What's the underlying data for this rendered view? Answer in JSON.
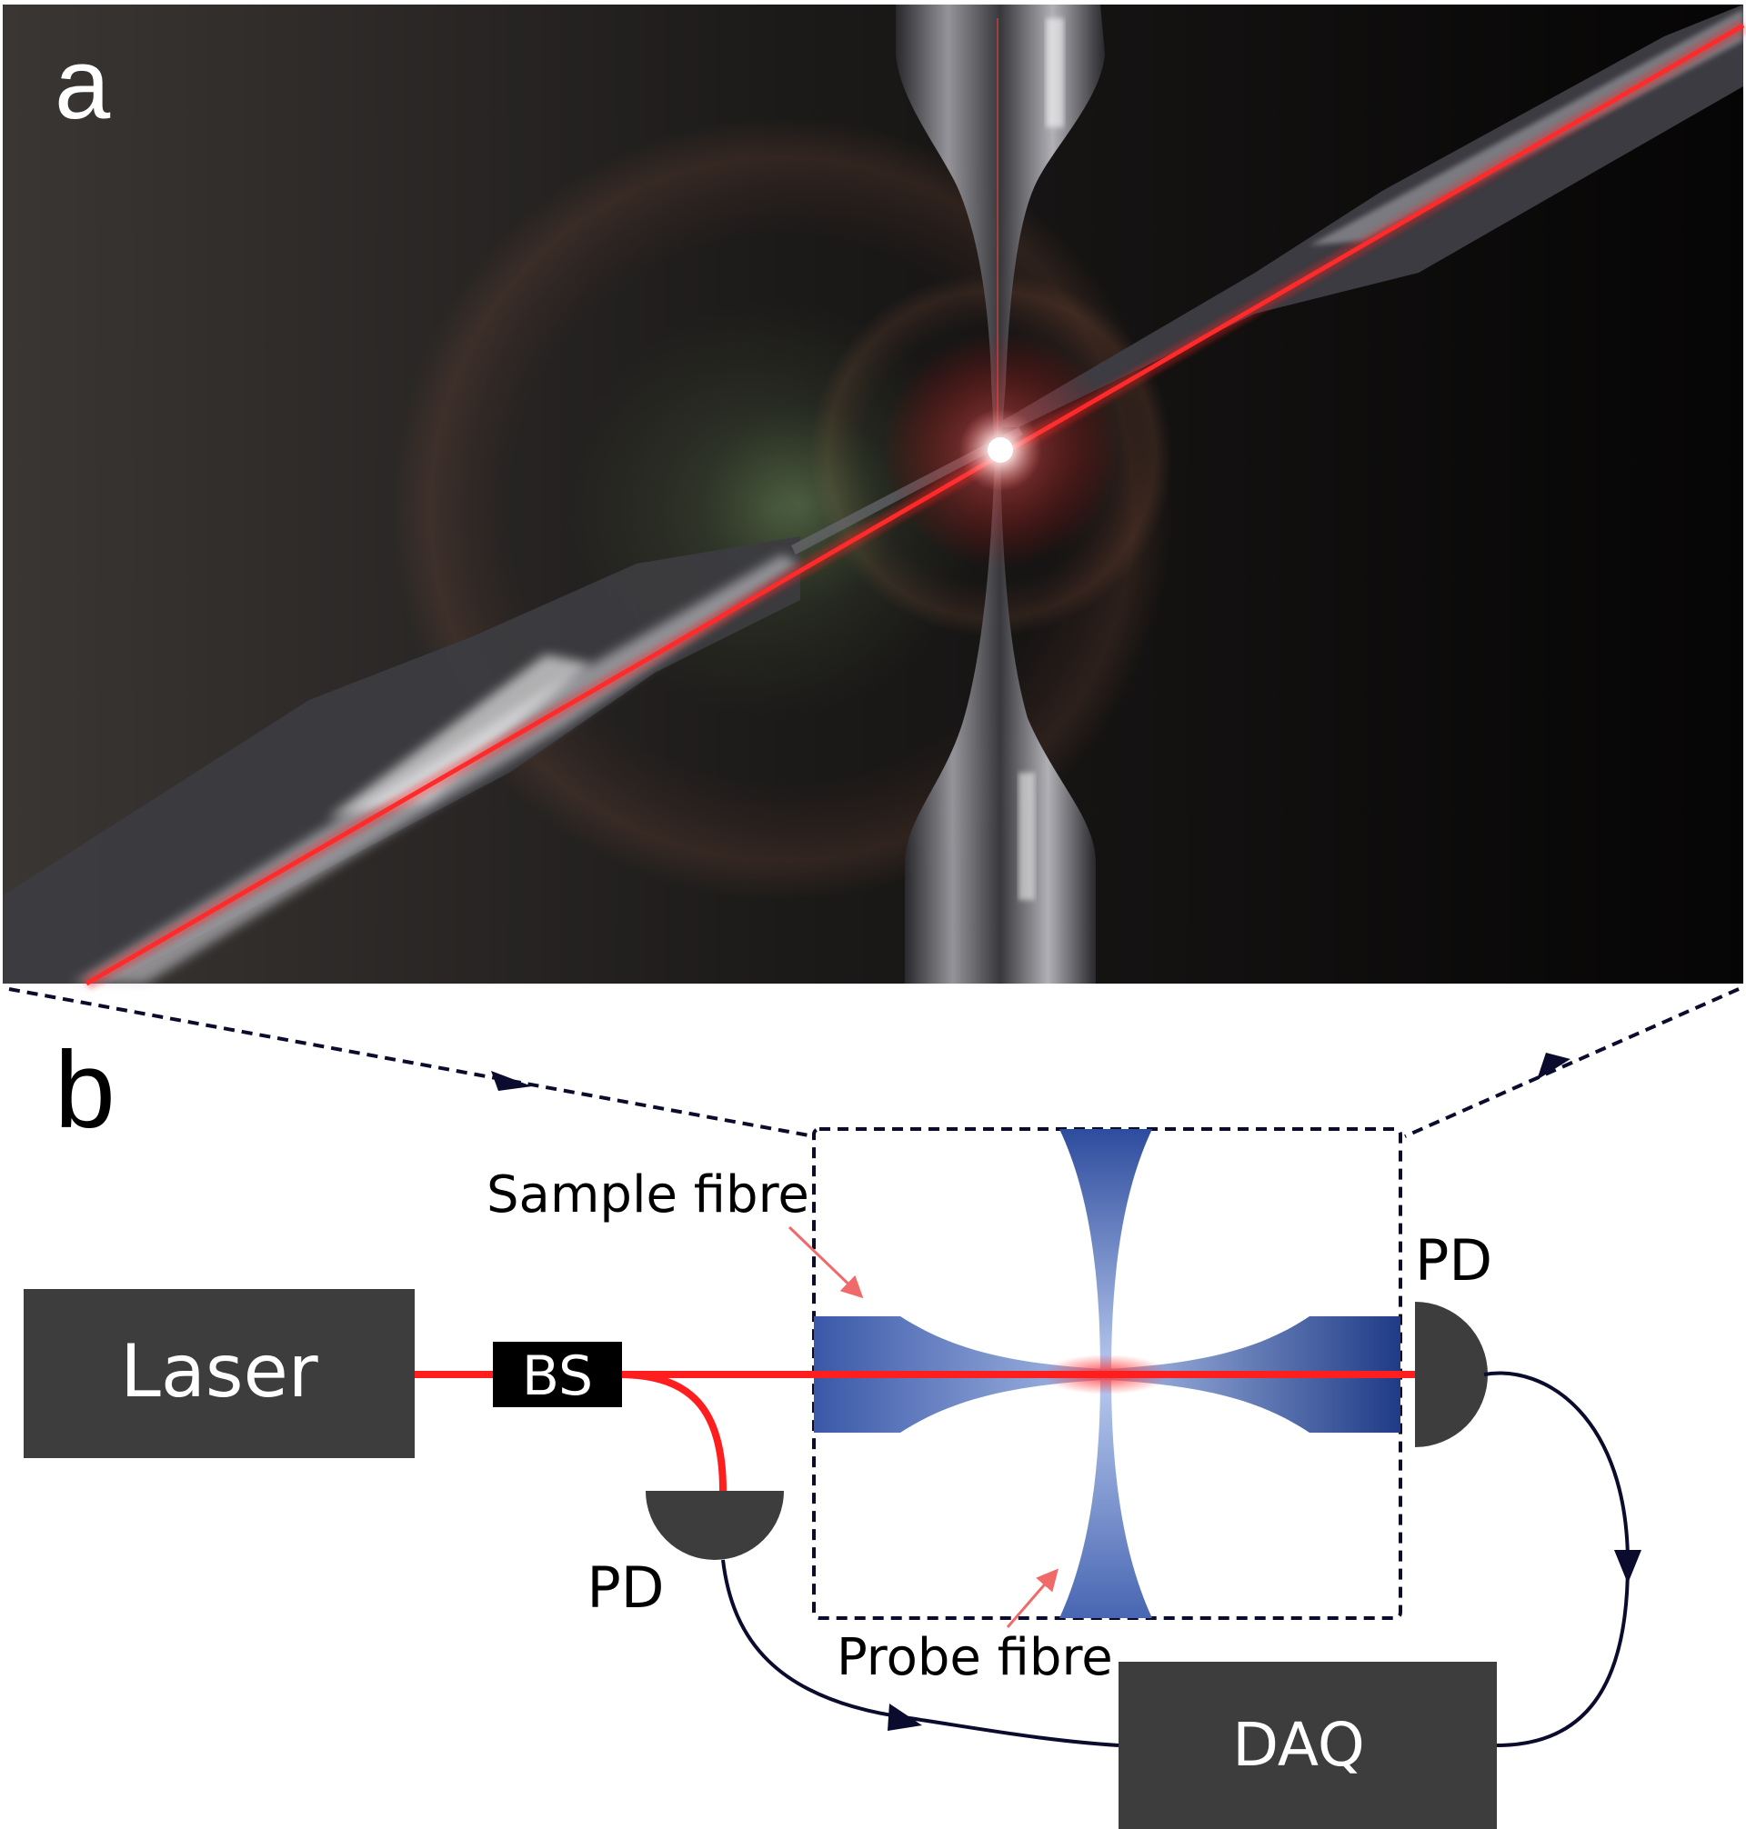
{
  "panel_a": {
    "letter": "a"
  },
  "panel_b": {
    "letter": "b",
    "laser_label": "Laser",
    "beamsplitter_label": "BS",
    "photodetector_right_label": "PD",
    "photodetector_left_label": "PD",
    "daq_label": "DAQ",
    "sample_fibre_label": "Sample fibre",
    "probe_fibre_label": "Probe fibre"
  },
  "colors": {
    "laser_beam": "#ff1e1e",
    "fibre_blue": "#3a58a8",
    "box_fill": "#3d3d3d",
    "bs_fill": "#000000",
    "signal_line": "#0b0b2e",
    "annotation_arrow": "#f06a6a",
    "photo_background": "#161414"
  }
}
